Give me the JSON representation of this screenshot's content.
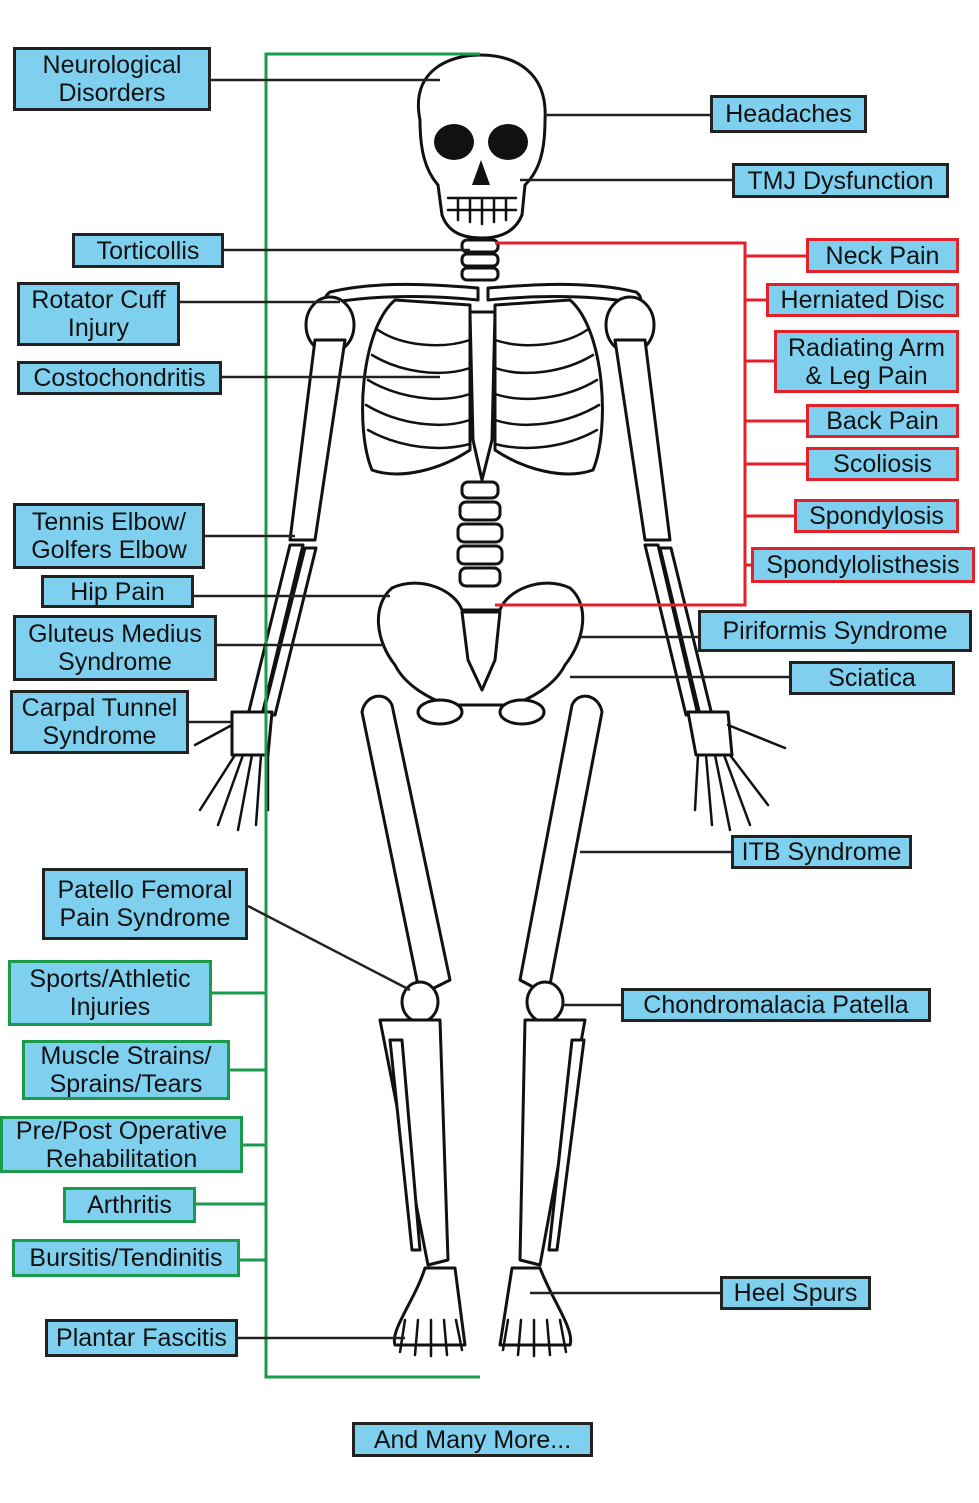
{
  "labels": {
    "neurological": "Neurological\nDisorders",
    "headaches": "Headaches",
    "tmj": "TMJ Dysfunction",
    "torticollis": "Torticollis",
    "rotator": "Rotator Cuff\nInjury",
    "costo": "Costochondritis",
    "tennis": "Tennis Elbow/\nGolfers Elbow",
    "hip": "Hip Pain",
    "gluteus": "Gluteus Medius\nSyndrome",
    "carpal": "Carpal Tunnel\nSyndrome",
    "patello": "Patello Femoral\nPain Syndrome",
    "sports": "Sports/Athletic\nInjuries",
    "muscle": "Muscle Strains/\nSprains/Tears",
    "preop": "Pre/Post Operative\nRehabilitation",
    "arthritis": "Arthritis",
    "bursitis": "Bursitis/Tendinitis",
    "plantar": "Plantar Fascitis",
    "neck": "Neck Pain",
    "herniated": "Herniated Disc",
    "radiating": "Radiating Arm\n& Leg Pain",
    "back": "Back Pain",
    "scoliosis": "Scoliosis",
    "spondylosis": "Spondylosis",
    "spondylolisthesis": "Spondylolisthesis",
    "piriformis": "Piriformis Syndrome",
    "sciatica": "Sciatica",
    "itb": "ITB Syndrome",
    "chondro": "Chondromalacia Patella",
    "heel": "Heel Spurs",
    "more": "And Many More..."
  },
  "colors": {
    "label_fill": "#7fd0ef",
    "label_border": "#222222",
    "spine_group": "#e3212b",
    "general_group": "#1a9a4a"
  },
  "icons": [
    "skeleton-illustration"
  ]
}
